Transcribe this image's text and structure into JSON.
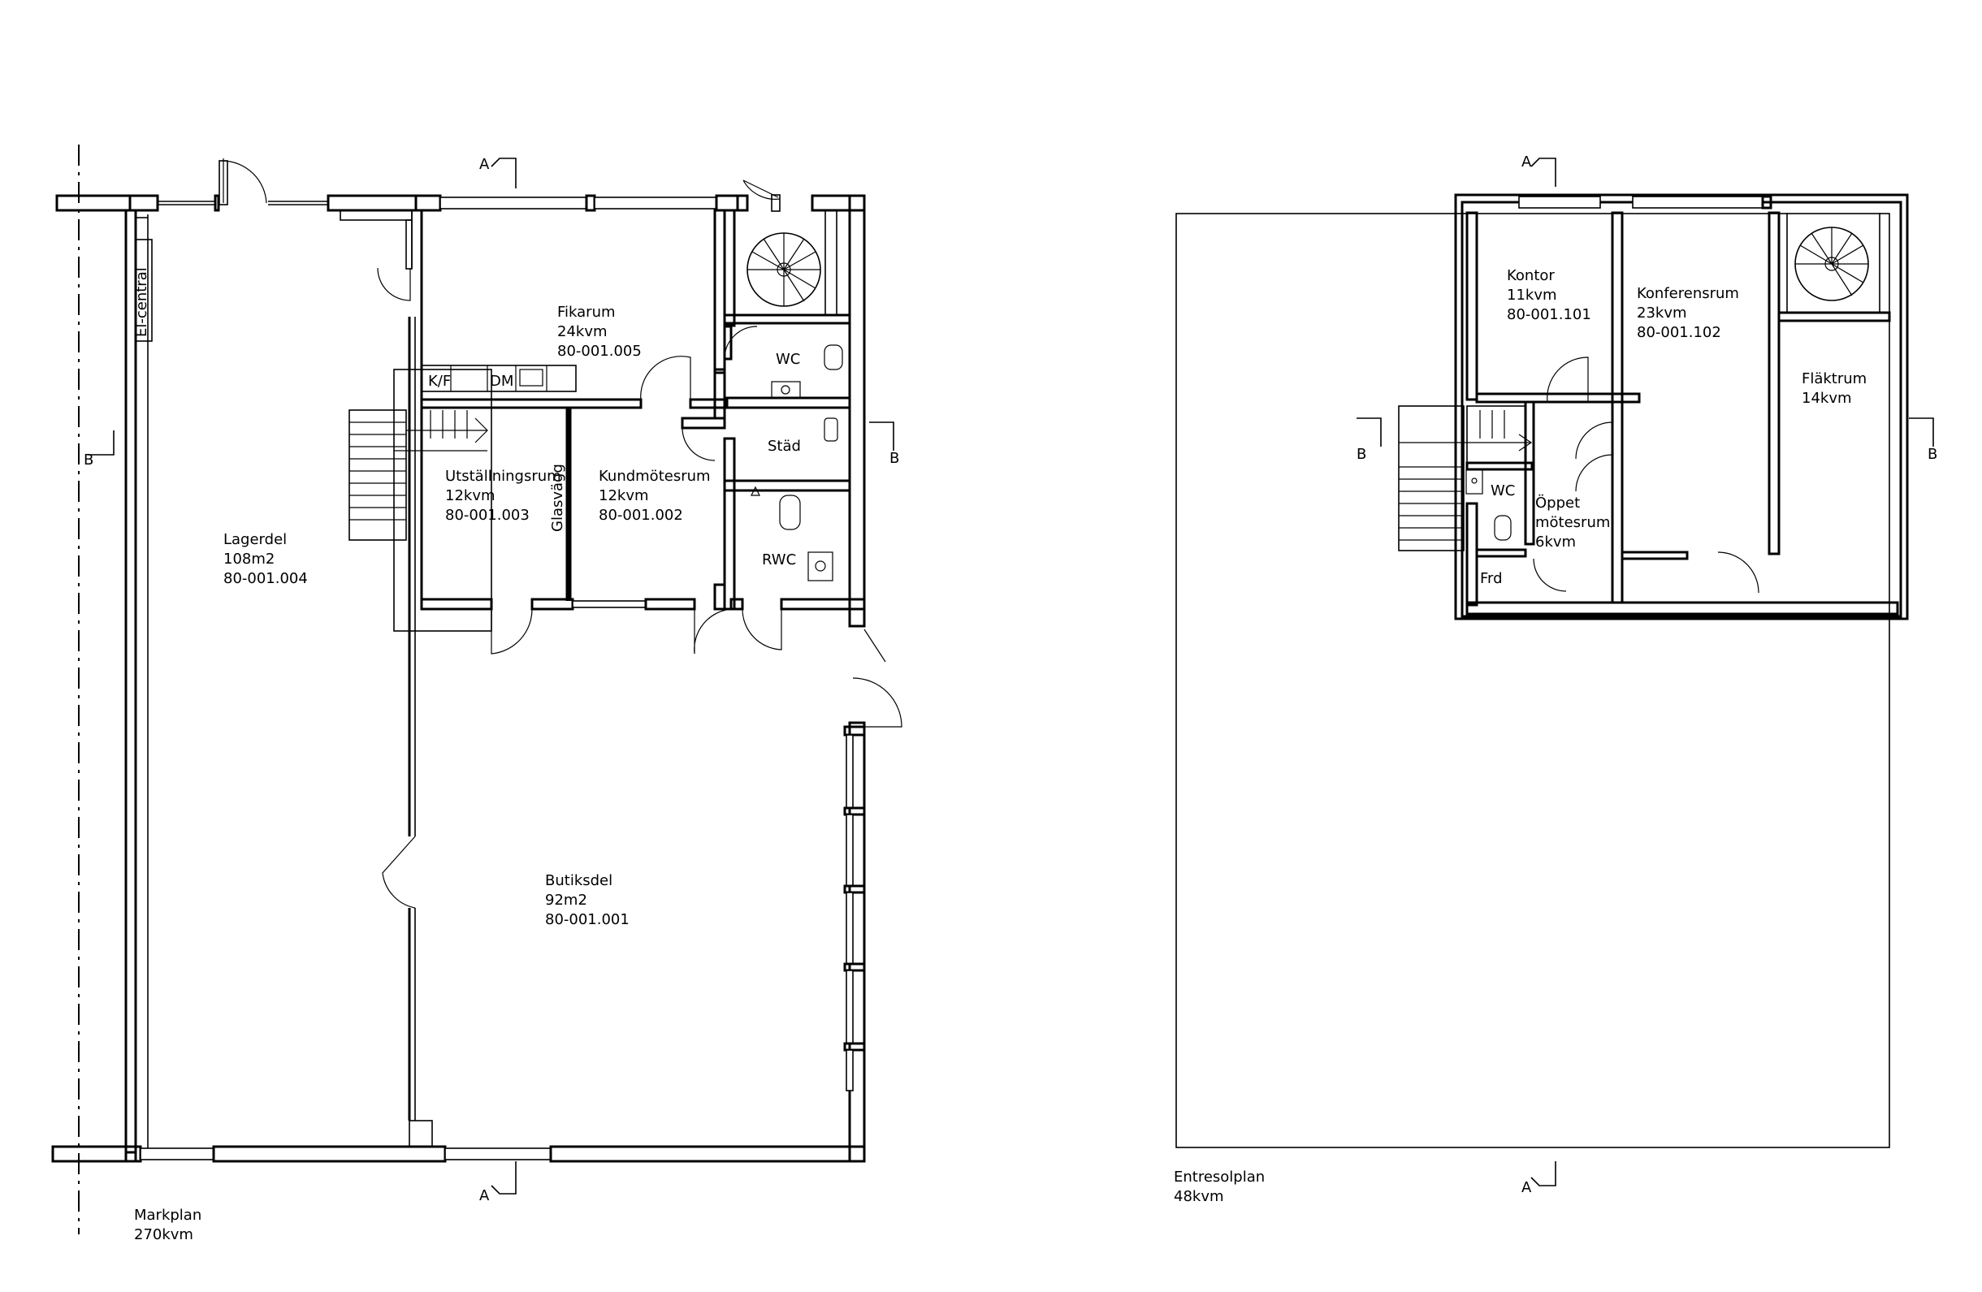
{
  "plans": [
    {
      "title": "Markplan",
      "area": "270kvm"
    },
    {
      "title": "Entresolplan",
      "area": "48kvm"
    }
  ],
  "rooms": {
    "lagerdel": {
      "name": "Lagerdel",
      "area": "108m2",
      "id": "80-001.004"
    },
    "fikarum": {
      "name": "Fikarum",
      "area": "24kvm",
      "id": "80-001.005"
    },
    "utstallningsrum": {
      "name": "Utställningsrum",
      "area": "12kvm",
      "id": "80-001.003"
    },
    "kundmotesrum": {
      "name": "Kundmötesrum",
      "area": "12kvm",
      "id": "80-001.002"
    },
    "butiksdel": {
      "name": "Butiksdel",
      "area": "92m2",
      "id": "80-001.001"
    },
    "kontor": {
      "name": "Kontor",
      "area": "11kvm",
      "id": "80-001.101"
    },
    "konferensrum": {
      "name": "Konferensrum",
      "area": "23kvm",
      "id": "80-001.102"
    },
    "flaktrum": {
      "name": "Fläktrum",
      "area": "14kvm"
    },
    "oppet_motesrum": {
      "line1": "Öppet",
      "line2": "mötesrum",
      "area": "6kvm"
    }
  },
  "labels": {
    "wc": "WC",
    "stad": "Städ",
    "rwc": "RWC",
    "glasvagg": "Glasvägg",
    "el_central": "El-central",
    "kf": "K/F",
    "dm": "DM",
    "frd": "Frd",
    "section_a": "A",
    "section_b": "B"
  }
}
